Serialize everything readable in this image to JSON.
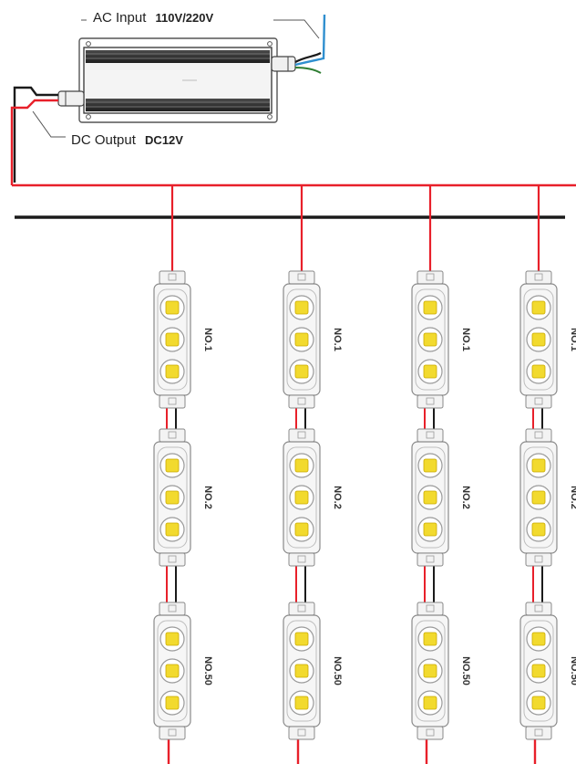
{
  "power_supply": {
    "ac_input": {
      "prefix": "AC Input",
      "value": "110V/220V"
    },
    "dc_output": {
      "prefix": "DC Output",
      "value": "DC12V"
    }
  },
  "module_labels": [
    "NO.1",
    "NO.2",
    "NO.50"
  ],
  "wire_colors": {
    "positive": "#e8202a",
    "negative": "#1b1b1b",
    "ac_live": "#2f8fcf",
    "ac_ground": "#2e7d32"
  },
  "led": {
    "chip_color": "#f2da2e",
    "chips_per_module": 3,
    "strings": 4
  }
}
